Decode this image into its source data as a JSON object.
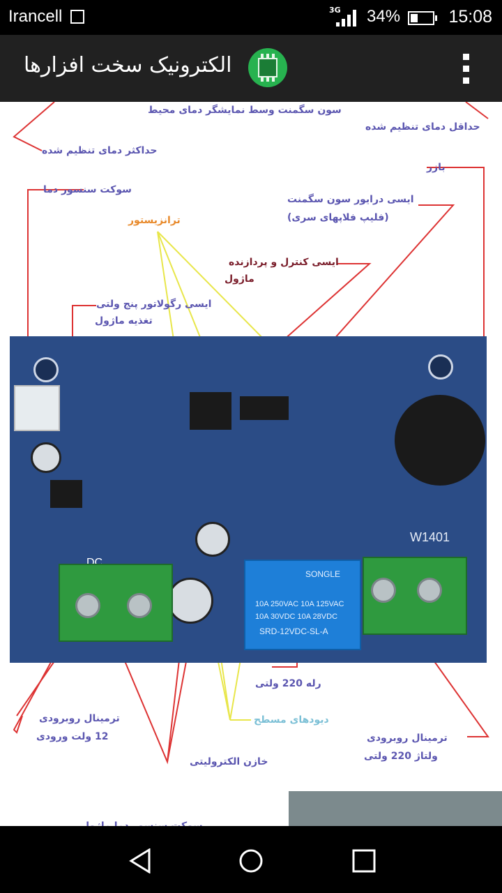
{
  "status_bar": {
    "carrier": "Irancell",
    "network": "3G",
    "battery": "34%",
    "battery_level": 0.34,
    "time": "15:08"
  },
  "app_bar": {
    "title": "الکترونیک سخت افزارها",
    "app_icon": "circuit-board-icon",
    "menu_icon": "overflow-menu-icon"
  },
  "diagram": {
    "labels": {
      "segment_display": "سون سگمنت وسط نمایشگر دمای محیط",
      "min_temp": "حداقل دمای تنظیم شده",
      "max_temp": "حداکثر دمای تنظیم شده",
      "buzzer": "بازر",
      "sensor_socket": "سوکت سنسور دما",
      "segment_driver_1": "ایسی درایور سون سگمنت",
      "segment_driver_2": "(فلیپ فلاپهای سری)",
      "transistor": "ترانزیستور",
      "controller_1": "ایسی کنترل و پردازنده",
      "controller_2": "ماژول",
      "regulator_1": "ایسی رگولاتور پنج ولتی",
      "regulator_2": "تغذیه ماژول",
      "relay": "رله 220 ولتی",
      "terminal_12v_1": "ترمینال روبرودی",
      "terminal_12v_2": "12 ولت ورودی",
      "smd_diodes": "دیودهای مسطح",
      "terminal_220v_1": "ترمینال روبرودی",
      "terminal_220v_2": "ولتاژ 220 ولتی",
      "capacitor": "خازن الکترولیتی",
      "bottom_partial": "سوکت سنسور دما ماژول"
    },
    "board": {
      "model": "W1401",
      "dc_label": "DC",
      "relay_brand": "SONGLE",
      "relay_text_1": "10A 250VAC  10A 125VAC",
      "relay_text_2": "10A  30VDC  10A  28VDC",
      "relay_text_3": "SRD-12VDC-SL-A"
    }
  },
  "nav_bar": {
    "back": "back-icon",
    "home": "home-icon",
    "recents": "recents-icon"
  }
}
